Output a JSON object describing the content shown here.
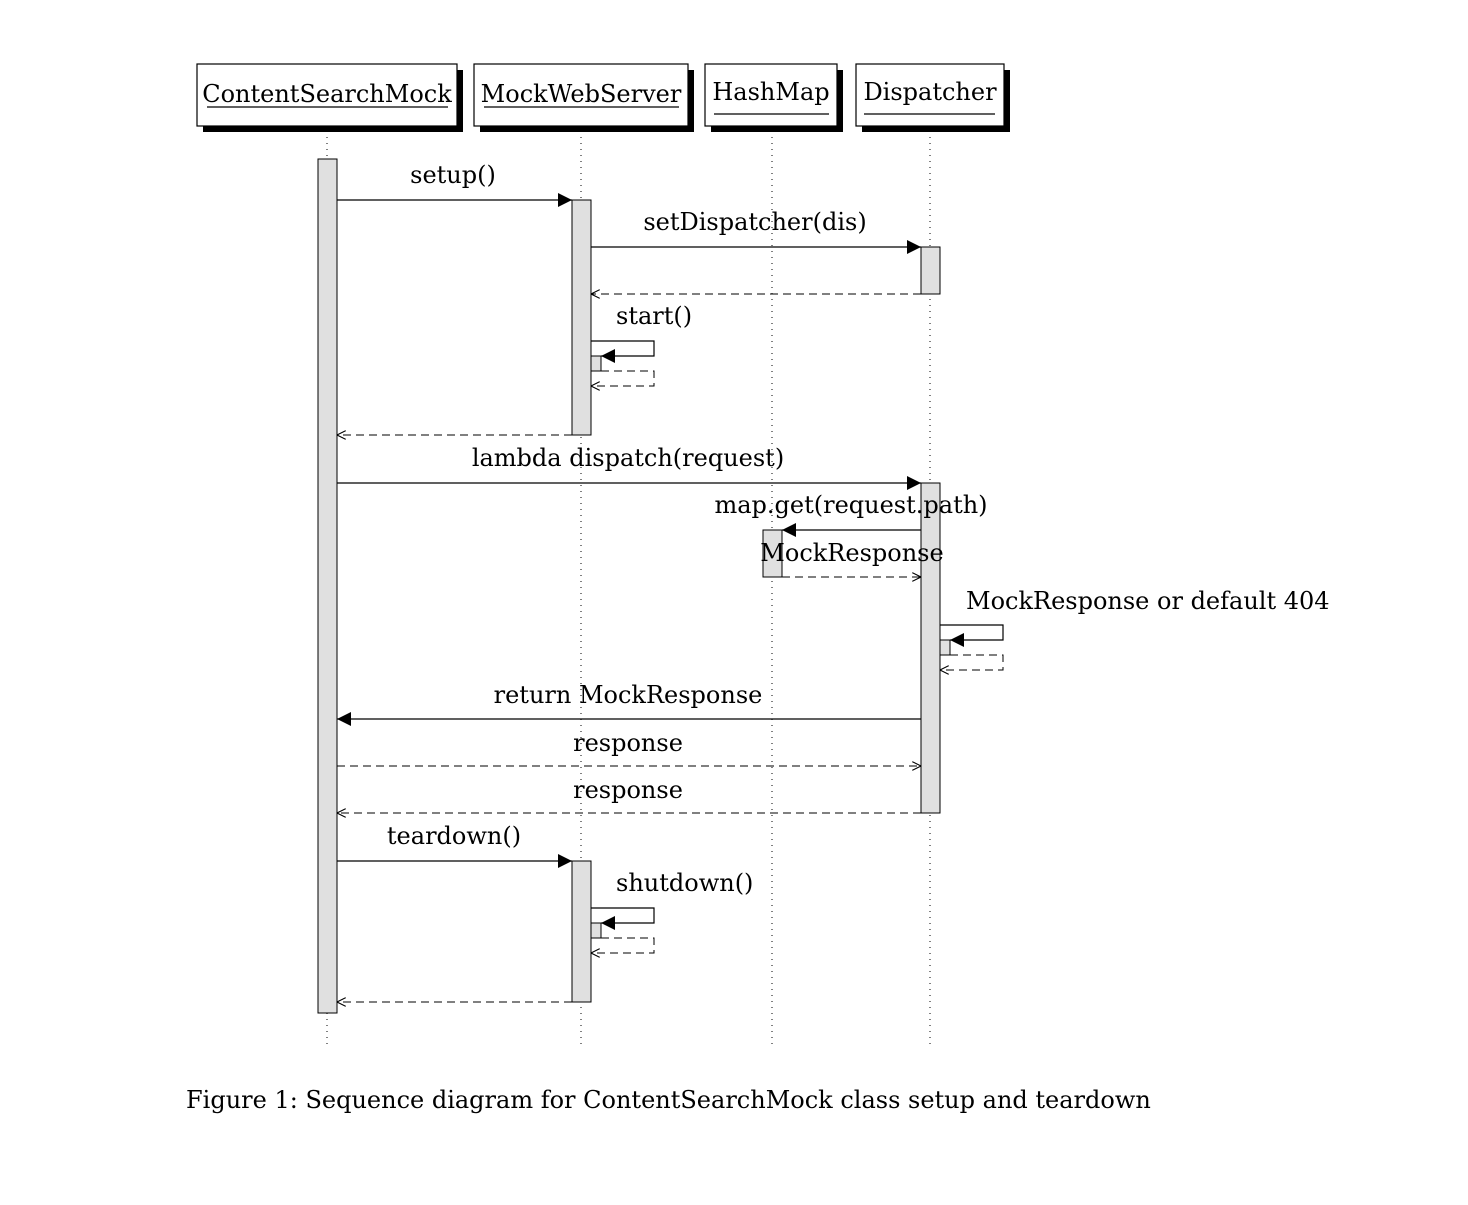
{
  "participants": [
    {
      "id": "csm",
      "name": "ContentSearchMock"
    },
    {
      "id": "mws",
      "name": "MockWebServer"
    },
    {
      "id": "hm",
      "name": "HashMap"
    },
    {
      "id": "dis",
      "name": "Dispatcher"
    }
  ],
  "messages": [
    {
      "id": "setup",
      "label": "setup()",
      "from": "csm",
      "to": "mws",
      "kind": "call"
    },
    {
      "id": "set-dispatcher",
      "label": "setDispatcher(dis)",
      "from": "mws",
      "to": "dis",
      "kind": "call"
    },
    {
      "id": "set-dispatcher-return",
      "label": "",
      "from": "dis",
      "to": "mws",
      "kind": "return"
    },
    {
      "id": "start",
      "label": "start()",
      "from": "mws",
      "to": "mws",
      "kind": "self"
    },
    {
      "id": "setup-return",
      "label": "",
      "from": "mws",
      "to": "csm",
      "kind": "return"
    },
    {
      "id": "lambda-dispatch",
      "label": "lambda dispatch(request)",
      "from": "csm",
      "to": "dis",
      "kind": "call"
    },
    {
      "id": "map-get",
      "label": "map.get(request.path)",
      "from": "dis",
      "to": "hm",
      "kind": "call"
    },
    {
      "id": "map-get-return",
      "label": "MockResponse",
      "from": "hm",
      "to": "dis",
      "kind": "return"
    },
    {
      "id": "or-default",
      "label": "MockResponse or default 404",
      "from": "dis",
      "to": "dis",
      "kind": "self"
    },
    {
      "id": "return-mock-response",
      "label": "return MockResponse",
      "from": "dis",
      "to": "csm",
      "kind": "call"
    },
    {
      "id": "response-to-dis",
      "label": "response",
      "from": "csm",
      "to": "dis",
      "kind": "return"
    },
    {
      "id": "response-to-csm",
      "label": "response",
      "from": "dis",
      "to": "csm",
      "kind": "return"
    },
    {
      "id": "teardown",
      "label": "teardown()",
      "from": "csm",
      "to": "mws",
      "kind": "call"
    },
    {
      "id": "shutdown",
      "label": "shutdown()",
      "from": "mws",
      "to": "mws",
      "kind": "self"
    },
    {
      "id": "teardown-return",
      "label": "",
      "from": "mws",
      "to": "csm",
      "kind": "return"
    }
  ],
  "caption": "Figure 1: Sequence diagram for ContentSearchMock class setup and teardown"
}
